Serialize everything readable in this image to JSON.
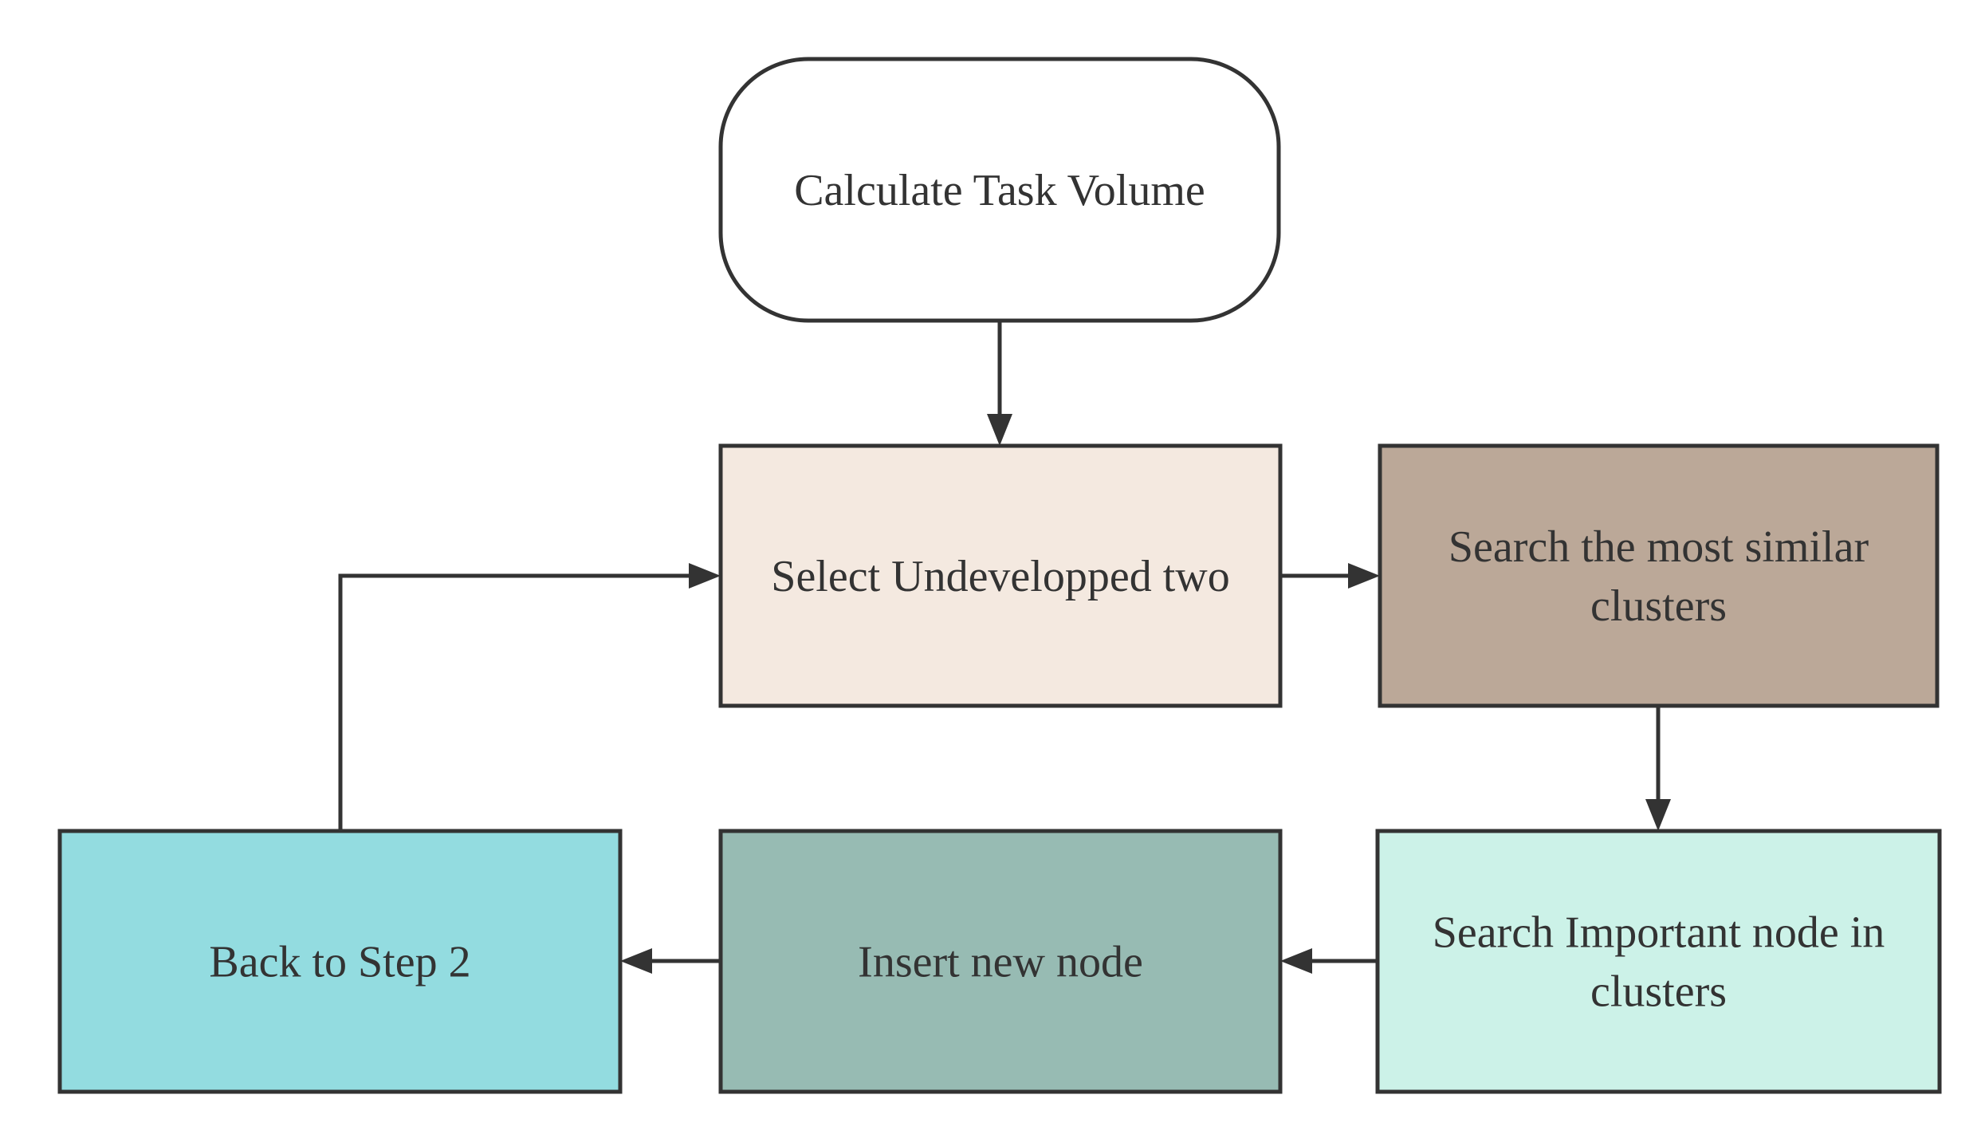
{
  "diagram": {
    "nodes": [
      {
        "id": "calculate",
        "lines": [
          "Calculate Task Volume"
        ],
        "shape": "stadium",
        "fill": "#ffffff"
      },
      {
        "id": "select",
        "lines": [
          "Select Undevelopped two"
        ],
        "shape": "rect",
        "fill": "#f4e9e0"
      },
      {
        "id": "search_clusters",
        "lines": [
          "Search the most similar",
          "clusters"
        ],
        "shape": "rect",
        "fill": "#bba898"
      },
      {
        "id": "search_node",
        "lines": [
          "Search Important node in",
          "clusters"
        ],
        "shape": "rect",
        "fill": "#ccf2e8"
      },
      {
        "id": "insert",
        "lines": [
          "Insert new node"
        ],
        "shape": "rect",
        "fill": "#97bbb3"
      },
      {
        "id": "back",
        "lines": [
          "Back to Step 2"
        ],
        "shape": "rect",
        "fill": "#93dce0"
      }
    ],
    "edges": [
      {
        "from": "calculate",
        "to": "select"
      },
      {
        "from": "select",
        "to": "search_clusters"
      },
      {
        "from": "search_clusters",
        "to": "search_node"
      },
      {
        "from": "search_node",
        "to": "insert"
      },
      {
        "from": "insert",
        "to": "back"
      },
      {
        "from": "back",
        "to": "select"
      }
    ]
  }
}
